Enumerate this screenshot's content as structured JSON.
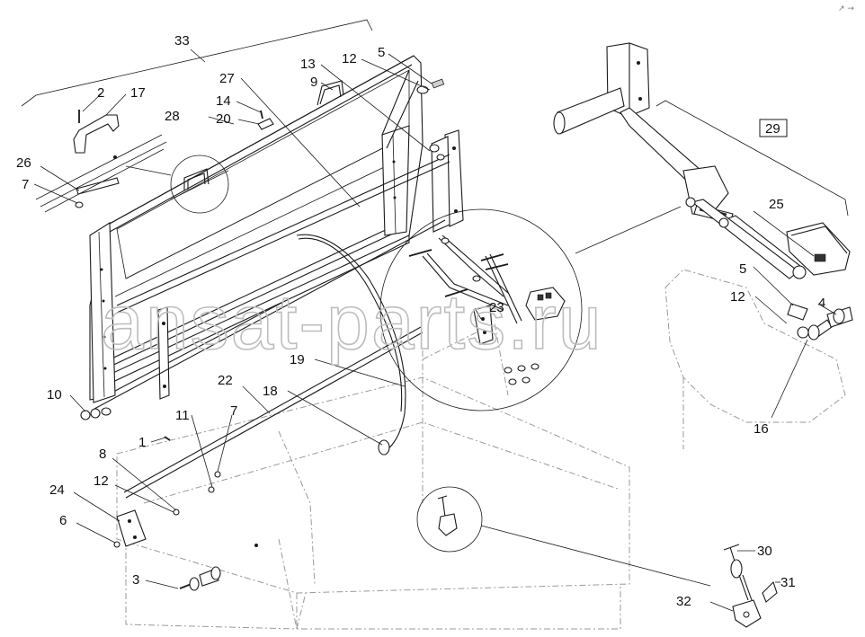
{
  "corner_mark": "↗ →",
  "watermark": "ansat-parts.ru",
  "callouts": [
    {
      "id": "c33",
      "text": "33"
    },
    {
      "id": "c2",
      "text": "2"
    },
    {
      "id": "c17",
      "text": "17"
    },
    {
      "id": "c28",
      "text": "28"
    },
    {
      "id": "c14",
      "text": "14"
    },
    {
      "id": "c20",
      "text": "20"
    },
    {
      "id": "c27",
      "text": "27"
    },
    {
      "id": "c13",
      "text": "13"
    },
    {
      "id": "c12a",
      "text": "12"
    },
    {
      "id": "c5a",
      "text": "5"
    },
    {
      "id": "c9",
      "text": "9"
    },
    {
      "id": "c26",
      "text": "26"
    },
    {
      "id": "c7a",
      "text": "7"
    },
    {
      "id": "c29",
      "text": "29"
    },
    {
      "id": "c25",
      "text": "25"
    },
    {
      "id": "c5b",
      "text": "5"
    },
    {
      "id": "c12b",
      "text": "12"
    },
    {
      "id": "c4",
      "text": "4"
    },
    {
      "id": "c23",
      "text": "23"
    },
    {
      "id": "c19",
      "text": "19"
    },
    {
      "id": "c22",
      "text": "22"
    },
    {
      "id": "c18",
      "text": "18"
    },
    {
      "id": "c10",
      "text": "10"
    },
    {
      "id": "c11",
      "text": "11"
    },
    {
      "id": "c7b",
      "text": "7"
    },
    {
      "id": "c16",
      "text": "16"
    },
    {
      "id": "c1",
      "text": "1"
    },
    {
      "id": "c8",
      "text": "8"
    },
    {
      "id": "c12c",
      "text": "12"
    },
    {
      "id": "c24",
      "text": "24"
    },
    {
      "id": "c6",
      "text": "6"
    },
    {
      "id": "c3",
      "text": "3"
    },
    {
      "id": "c30",
      "text": "30"
    },
    {
      "id": "c31",
      "text": "31"
    },
    {
      "id": "c32",
      "text": "32"
    }
  ]
}
